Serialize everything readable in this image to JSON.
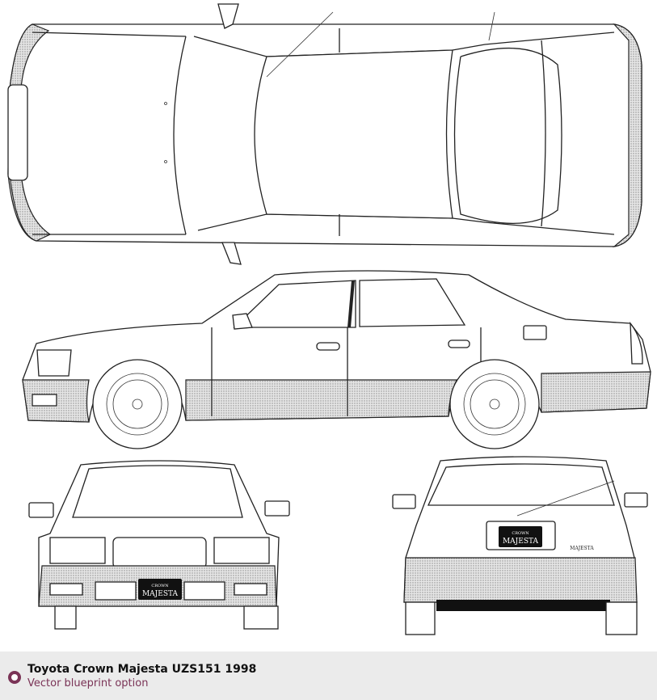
{
  "caption": {
    "title": "Toyota Crown Majesta UZS151 1998",
    "subtitle": "Vector blueprint option"
  },
  "blueprint": {
    "views": [
      "top",
      "side",
      "front",
      "rear"
    ],
    "front_plate": {
      "line1": "CROWN",
      "line2": "MAJESTA"
    },
    "rear_plate": {
      "line1": "CROWN",
      "line2": "MAJESTA"
    },
    "rear_badge": "MAJESTA"
  },
  "colors": {
    "accent": "#7a3356",
    "caption_bg": "#ebebeb"
  }
}
